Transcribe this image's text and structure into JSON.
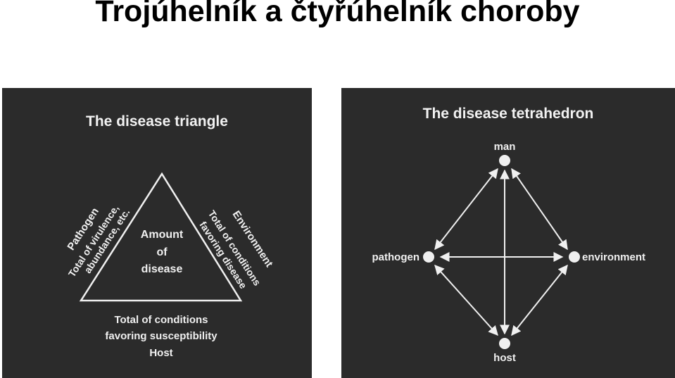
{
  "page": {
    "title": "Trojúhelník a čtyřúhelník choroby"
  },
  "triangle_slide": {
    "heading": "The disease triangle",
    "center": {
      "line1": "Amount",
      "line2": "of",
      "line3": "disease"
    },
    "left_side": {
      "line1": "Pathogen",
      "line2": "Total of virulence,",
      "line3": "abundance, etc."
    },
    "right_side": {
      "line1": "Environment",
      "line2": "Total of conditions",
      "line3": "favoring disease"
    },
    "bottom": {
      "line1": "Total of conditions",
      "line2": "favoring susceptibility",
      "line3": "Host"
    }
  },
  "tetrahedron_slide": {
    "heading": "The disease tetrahedron",
    "nodes": {
      "top": "man",
      "left": "pathogen",
      "right": "environment",
      "bottom": "host"
    }
  },
  "colors": {
    "slide_bg": "#2b2b2b",
    "slide_text": "#f0f0f0",
    "page_bg": "#ffffff"
  }
}
